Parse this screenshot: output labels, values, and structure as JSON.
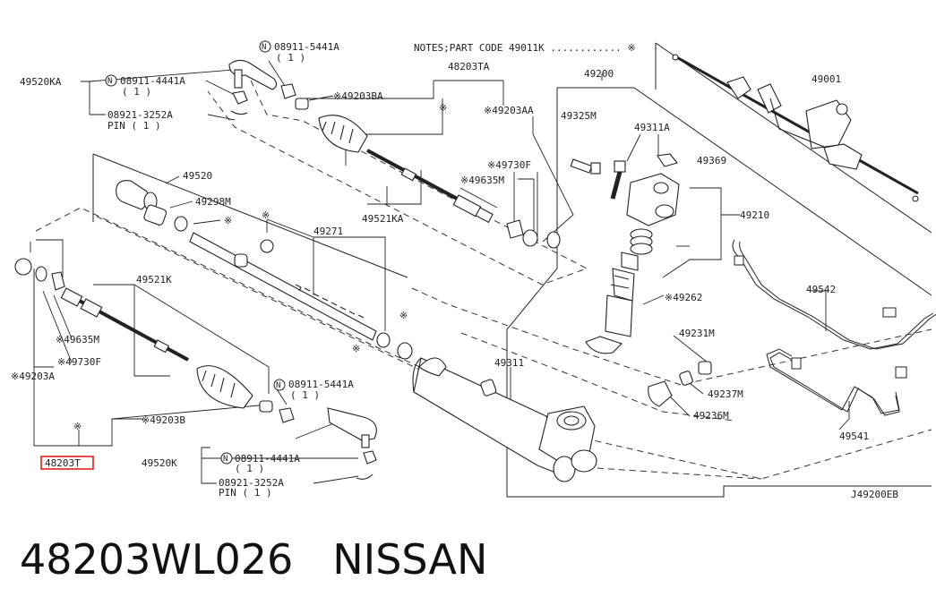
{
  "notes": "NOTES;PART CODE  49011K ............ ※",
  "diagram_code": "J49200EB",
  "caption": {
    "part_number": "48203WL026",
    "brand": "NISSAN"
  },
  "highlight_color": "#e02020",
  "labels": {
    "l49520KA": "49520KA",
    "n5441a_top": "08911-5441A",
    "n5441a_top_q": "( 1 )",
    "n4441a_top": "08911-4441A",
    "n4441a_top_q": "( 1 )",
    "pin_top": "08921-3252A",
    "pin_top_q": "PIN ( 1 )",
    "l48203TA": "48203TA",
    "l49203BA": "※49203BA",
    "l49203AA": "※49203AA",
    "l49200": "49200",
    "l49001": "49001",
    "l49325M": "49325M",
    "l49311A": "49311A",
    "l49369": "49369",
    "l49520": "49520",
    "l49298M": "49298M",
    "l49730F_top": "※49730F",
    "l49635M_top": "※49635M",
    "l49521KA": "49521KA",
    "l49210": "49210",
    "l49271": "49271",
    "l49542": "49542",
    "l49521K": "49521K",
    "l49262": "※49262",
    "l49635M": "※49635M",
    "l49730F": "※49730F",
    "l49203A": "※49203A",
    "l49231M": "49231M",
    "l49311": "49311",
    "l49237M": "49237M",
    "l49236M": "49236M",
    "n5441a_bot": "08911-5441A",
    "n5441a_bot_q": "( 1 )",
    "l49203B": "※49203B",
    "l48203T": "48203T",
    "l49520K": "49520K",
    "n4441a_bot": "08911-4441A",
    "n4441a_bot_q": "( 1 )",
    "pin_bot": "08921-3252A",
    "pin_bot_q": "PIN ( 1 )",
    "l49541": "49541",
    "star": "※",
    "n_symbol": "N"
  }
}
